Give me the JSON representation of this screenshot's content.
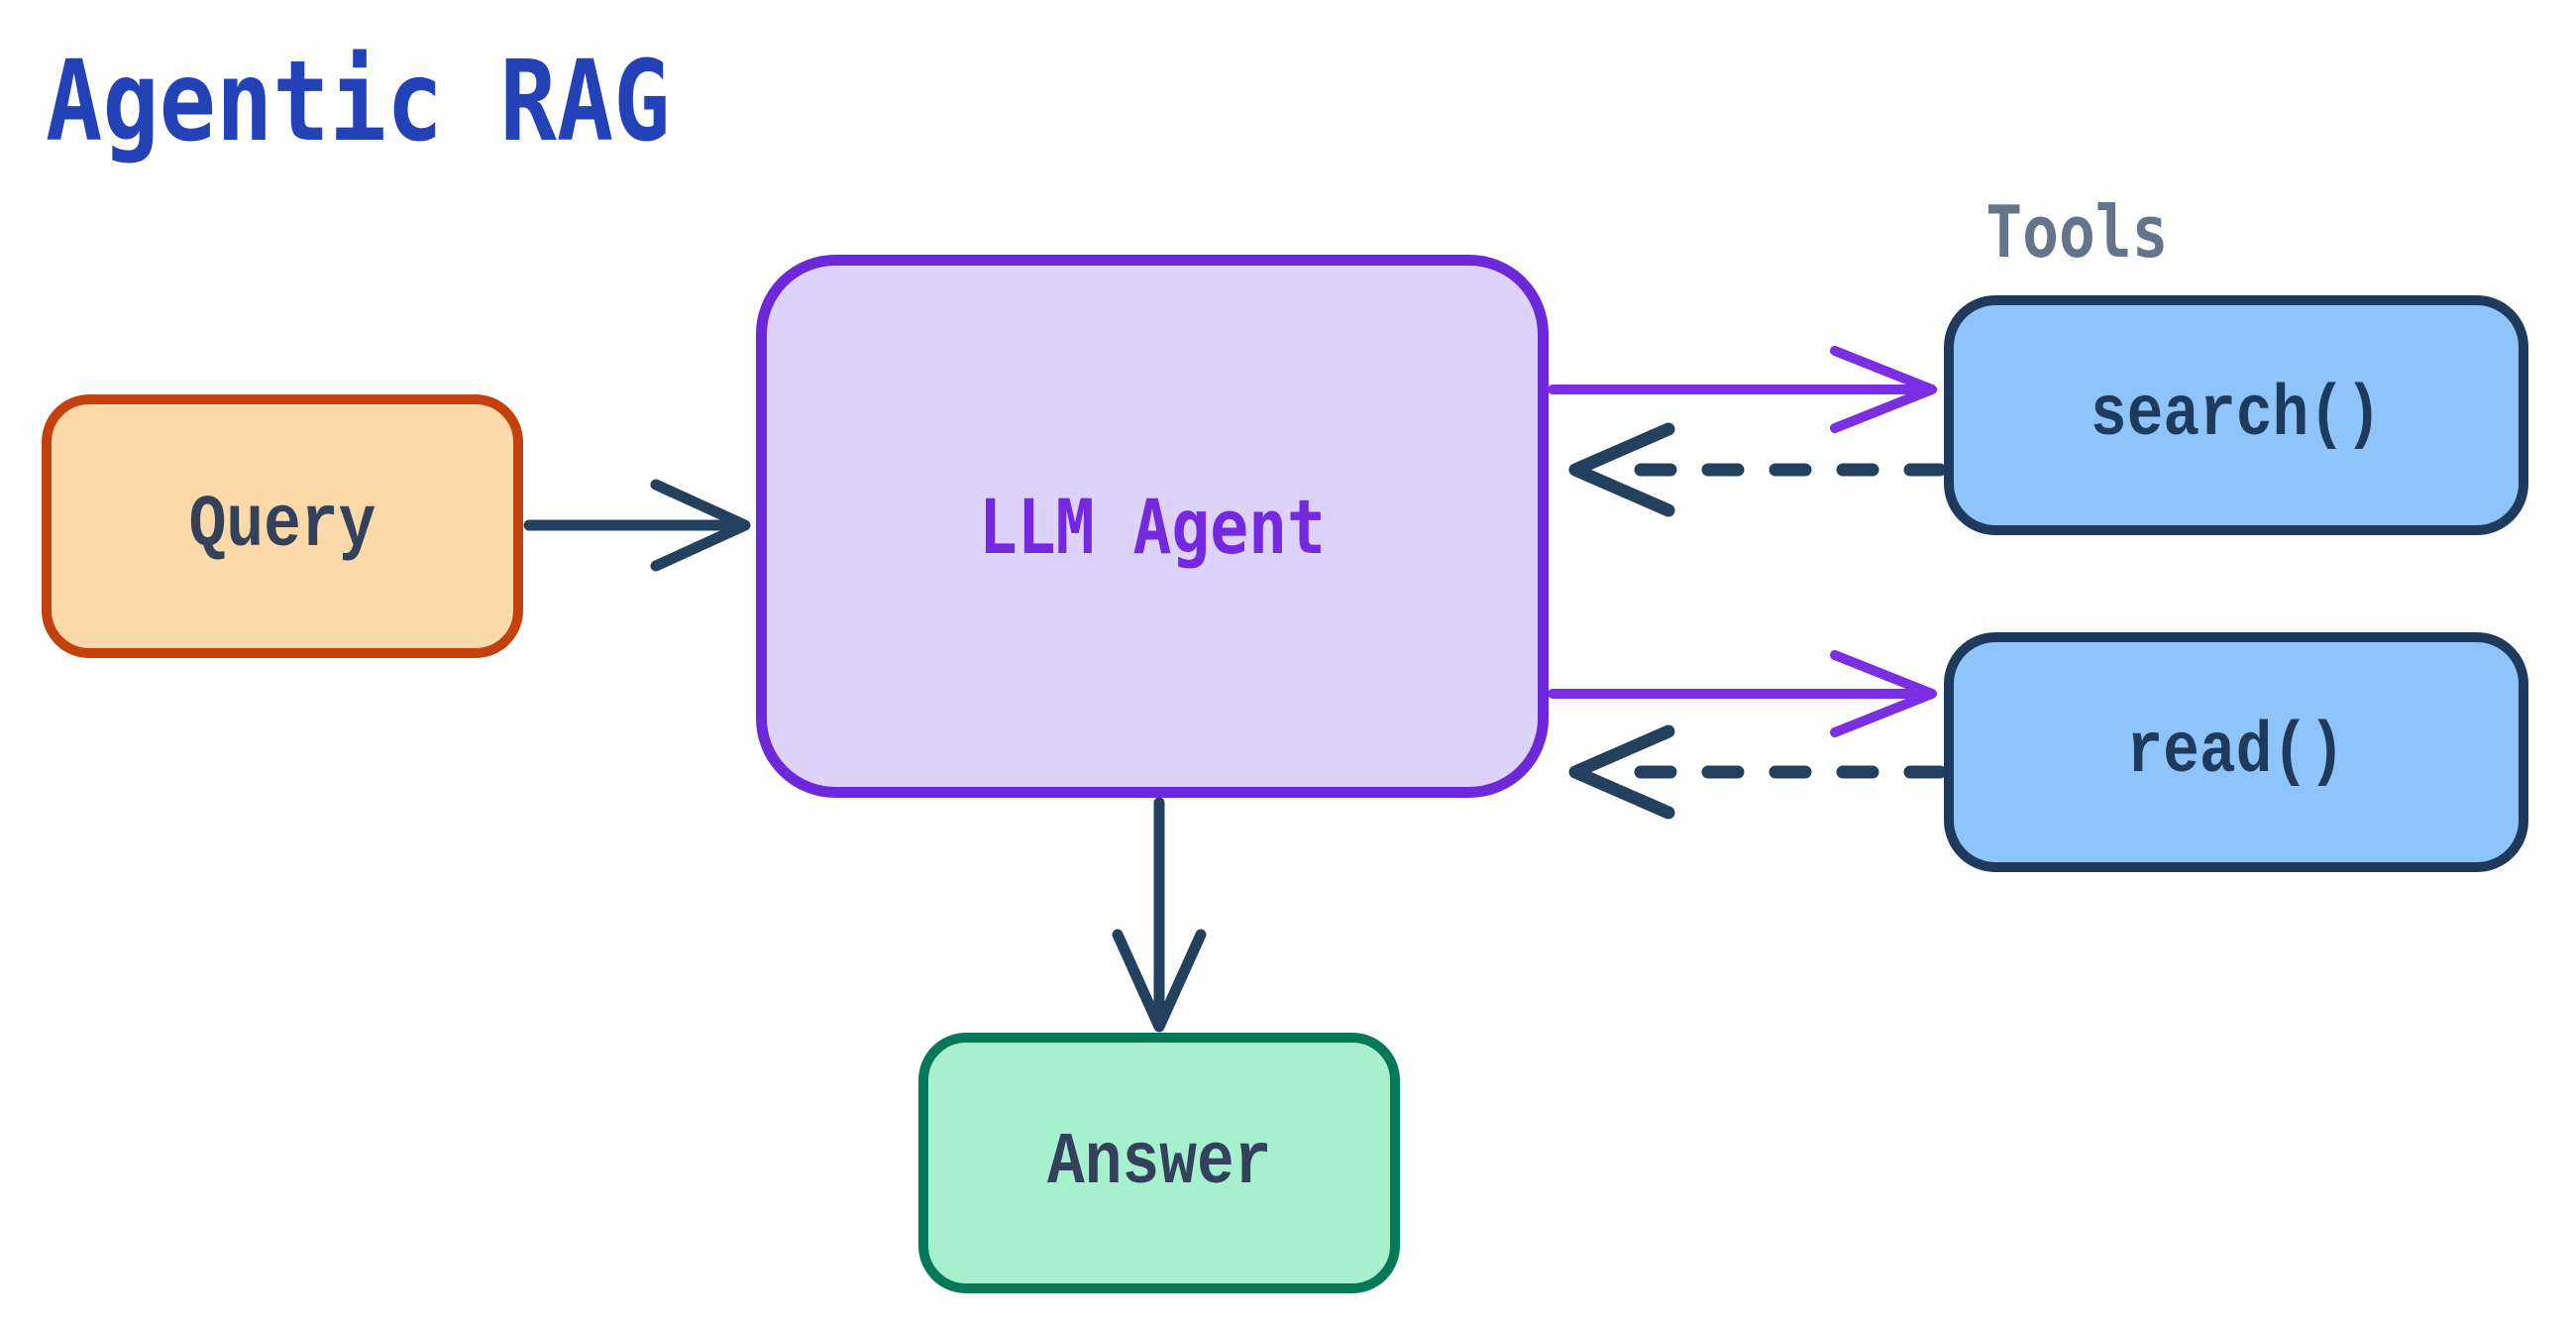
{
  "title": "Agentic RAG",
  "tools_label": "Tools",
  "nodes": {
    "query": {
      "label": "Query"
    },
    "agent": {
      "label": "LLM Agent"
    },
    "search": {
      "label": "search()"
    },
    "read": {
      "label": "read()"
    },
    "answer": {
      "label": "Answer"
    }
  },
  "edges": [
    {
      "id": "query-to-agent",
      "from": "query",
      "to": "agent",
      "style": "solid",
      "color": "#24405f"
    },
    {
      "id": "agent-to-search",
      "from": "agent",
      "to": "search",
      "style": "solid",
      "color": "#7c2ee3"
    },
    {
      "id": "search-to-agent",
      "from": "search",
      "to": "agent",
      "style": "dashed",
      "color": "#24405f"
    },
    {
      "id": "agent-to-read",
      "from": "agent",
      "to": "read",
      "style": "solid",
      "color": "#7c2ee3"
    },
    {
      "id": "read-to-agent",
      "from": "read",
      "to": "agent",
      "style": "dashed",
      "color": "#24405f"
    },
    {
      "id": "agent-to-answer",
      "from": "agent",
      "to": "answer",
      "style": "solid",
      "color": "#24405f"
    }
  ],
  "colors": {
    "background": "#ffffff",
    "title": "#2342b8",
    "tools_label": "#64748b",
    "navy": "#24405f",
    "purple_arrow": "#7c2ee3",
    "query_fill": "#fcd9a8",
    "query_border": "#c2410c",
    "query_text": "#33415c",
    "agent_fill": "#ddd3f9",
    "agent_border": "#6d28d9",
    "agent_text": "#7429e0",
    "tool_fill": "#8fc4fa",
    "tool_border": "#1e3a5c",
    "tool_text": "#1e3a5c",
    "answer_fill": "#a7f0cd",
    "answer_border": "#047857",
    "answer_text": "#33415c"
  }
}
